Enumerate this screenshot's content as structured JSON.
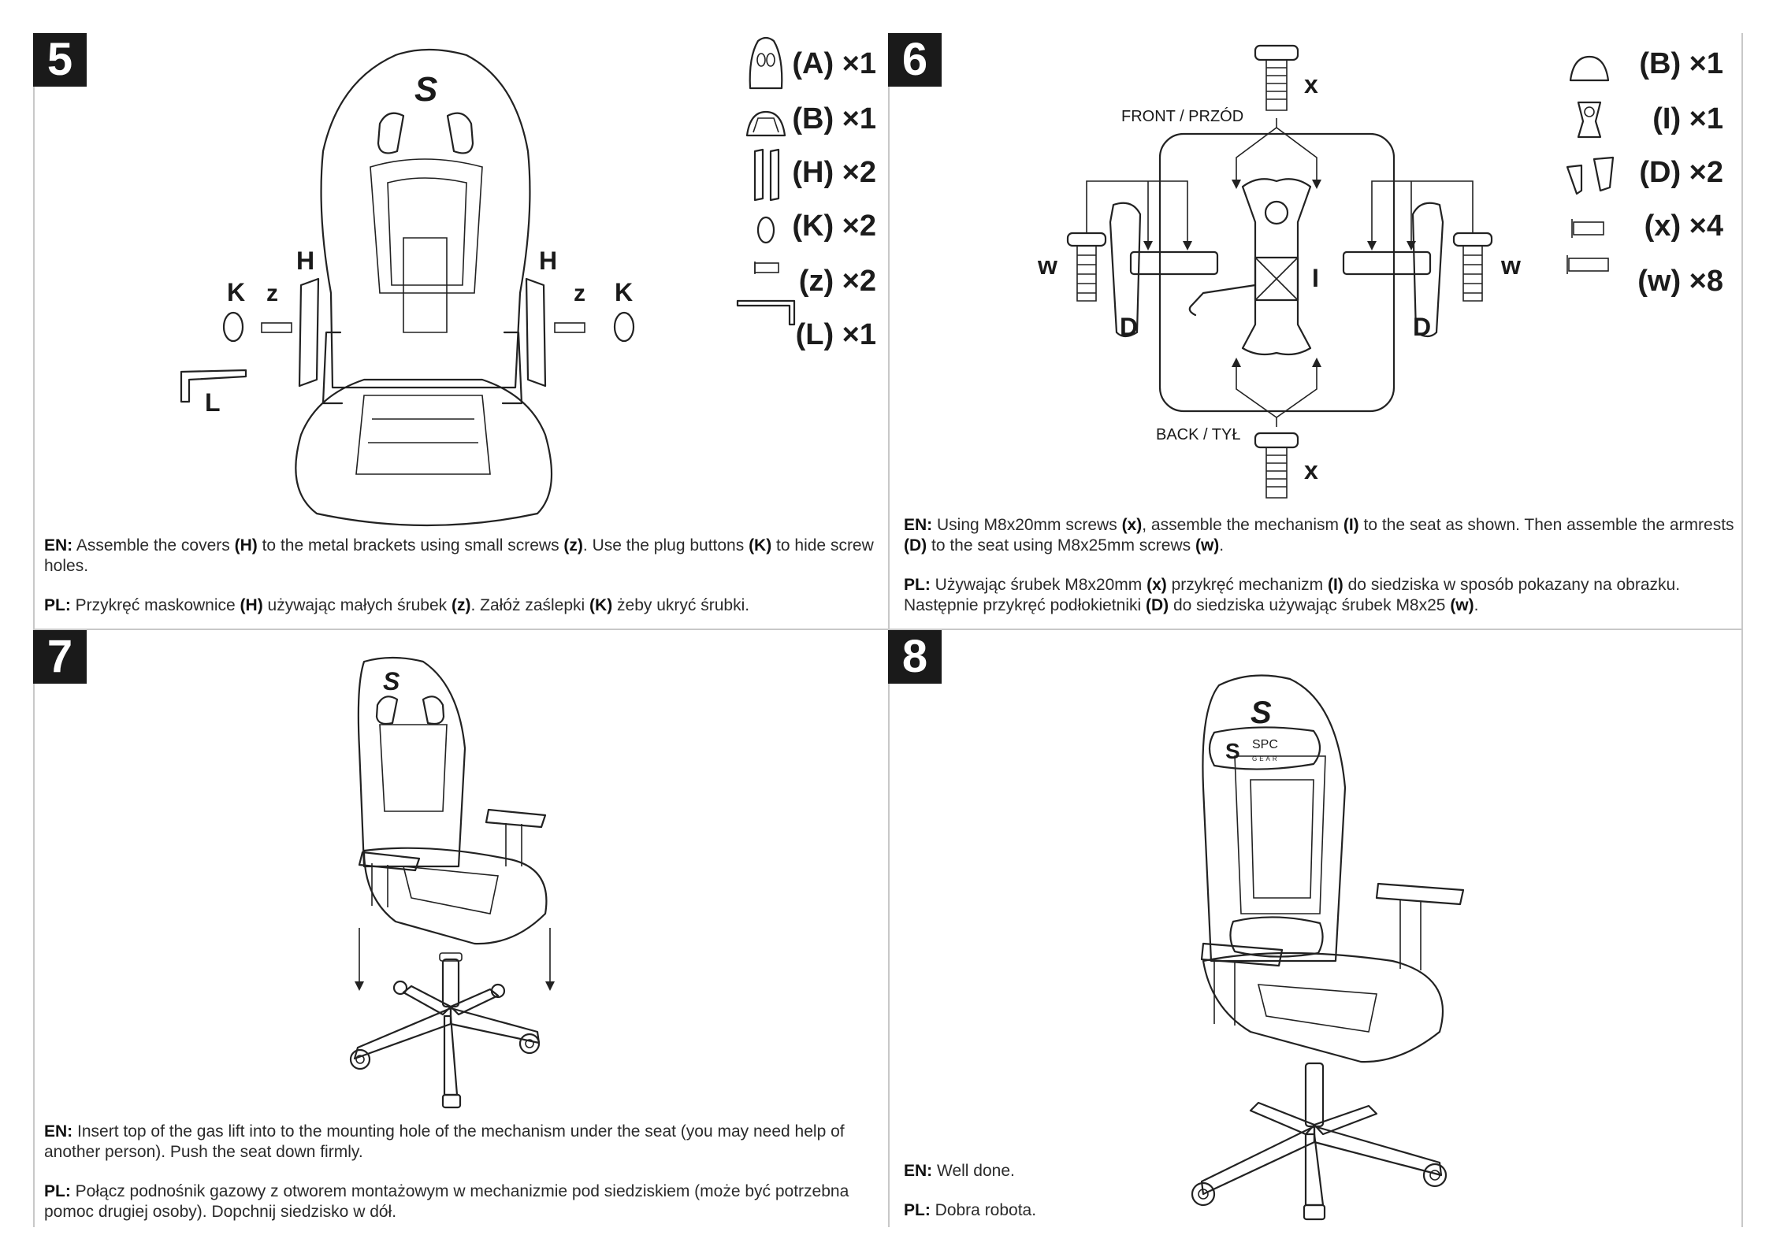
{
  "panels": {
    "p5": {
      "step": "5",
      "labels": {
        "H": "H",
        "K": "K",
        "z": "z",
        "L": "L"
      },
      "parts": [
        "(A) ×1",
        "(B) ×1",
        "(H) ×2",
        "(K) ×2",
        "(z) ×2",
        "(L) ×1"
      ],
      "en": {
        "tag": "EN:",
        "t1": " Assemble the covers ",
        "b1": "(H)",
        "t2": " to the metal brackets using small screws ",
        "b2": "(z)",
        "t3": ". Use the plug buttons ",
        "b3": "(K)",
        "t4": " to hide screw holes."
      },
      "pl": {
        "tag": "PL:",
        "t1": " Przykręć maskownice ",
        "b1": "(H)",
        "t2": " używając małych śrubek ",
        "b2": "(z)",
        "t3": ". Załóż zaślepki ",
        "b3": "(K)",
        "t4": " żeby ukryć śrubki."
      }
    },
    "p6": {
      "step": "6",
      "front": "FRONT / PRZÓD",
      "back": "BACK / TYŁ",
      "labels": {
        "x": "x",
        "w": "w",
        "D": "D",
        "I": "I"
      },
      "parts": [
        "(B) ×1",
        "(I) ×1",
        "(D) ×2",
        "(x) ×4",
        "(w) ×8"
      ],
      "en": {
        "tag": "EN:",
        "t1": " Using M8x20mm screws ",
        "b1": "(x)",
        "t2": ", assemble the mechanism ",
        "b2": "(I)",
        "t3": " to the seat as shown. Then assemble the armrests ",
        "b3": "(D)",
        "t4": " to the seat using M8x25mm screws ",
        "b4": "(w)",
        "t5": "."
      },
      "pl": {
        "tag": "PL:",
        "t1": " Używając śrubek M8x20mm ",
        "b1": "(x)",
        "t2": " przykręć mechanizm ",
        "b2": "(I)",
        "t3": " do siedziska w sposób pokazany na obrazku. Następnie przykręć podłokietniki ",
        "b3": "(D)",
        "t4": " do siedziska używając śrubek M8x25 ",
        "b4": "(w)",
        "t5": "."
      }
    },
    "p7": {
      "step": "7",
      "en": {
        "tag": "EN:",
        "t1": " Insert top of the gas lift into to the mounting hole of the mechanism under the seat (you may need help of another person). Push the seat down firmly."
      },
      "pl": {
        "tag": "PL:",
        "t1": " Połącz podnośnik gazowy z otworem montażowym w mechanizmie pod siedziskiem (może być potrzebna pomoc drugiej osoby). Dopchnij siedzisko w dół."
      }
    },
    "p8": {
      "step": "8",
      "pillow_brand": "SPC",
      "pillow_sub": "GEAR",
      "en": {
        "tag": "EN:",
        "t1": " Well done."
      },
      "pl": {
        "tag": "PL:",
        "t1": " Dobra robota."
      }
    }
  }
}
